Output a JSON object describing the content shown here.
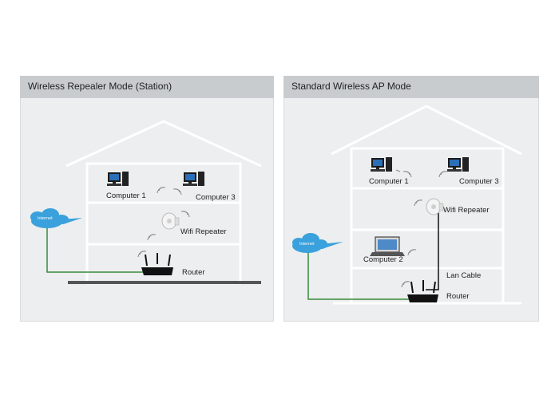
{
  "panels": [
    {
      "title": "Wireless Repealer Mode (Station)",
      "labels": {
        "computer1": "Computer 1",
        "computer3": "Computer 3",
        "repeater": "Wifi Repeater",
        "router": "Router",
        "internet": "Internet"
      }
    },
    {
      "title": "Standard Wireless AP Mode",
      "labels": {
        "computer1": "Computer 1",
        "computer3": "Computer 3",
        "repeater": "Wifi Repeater",
        "computer2": "Computer 2",
        "lan": "Lan Cable",
        "router": "Router",
        "internet": "Internet"
      }
    }
  ],
  "colors": {
    "house_line": "#ffffff",
    "cloud": "#3aa1dc",
    "internet_line": "#3a8a3a",
    "ground": "#555555",
    "lan_cable": "#111111"
  }
}
